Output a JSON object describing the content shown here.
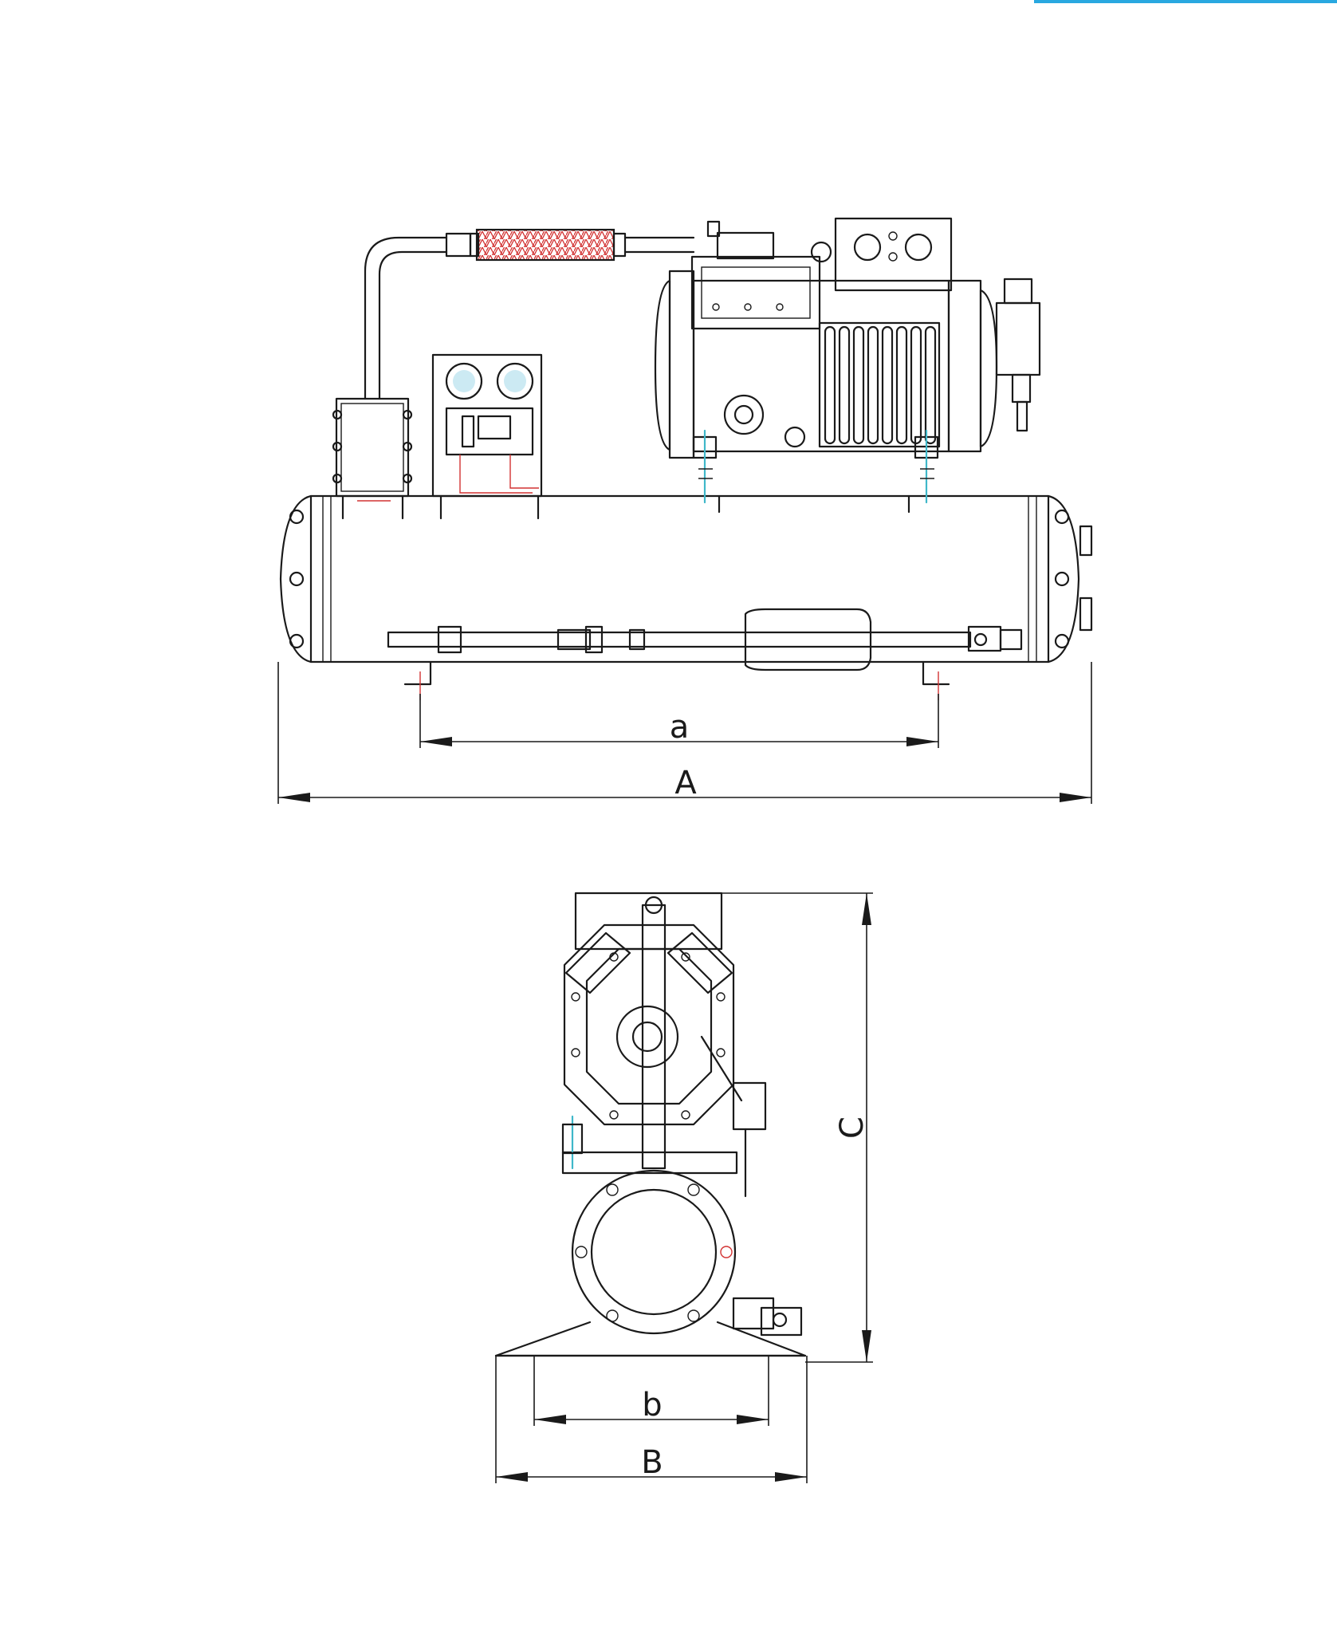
{
  "top_view": {
    "dim_small_label": "a",
    "dim_overall_label": "A"
  },
  "side_view": {
    "dim_small_label": "b",
    "dim_overall_label": "B",
    "dim_height_label": "C"
  },
  "colors": {
    "line": "#1a1a1a",
    "accent_bar": "#29a8e0",
    "hose_hatch": "#d23232",
    "fastener": "#3fb7c9",
    "glass": "#9ad6e8"
  }
}
